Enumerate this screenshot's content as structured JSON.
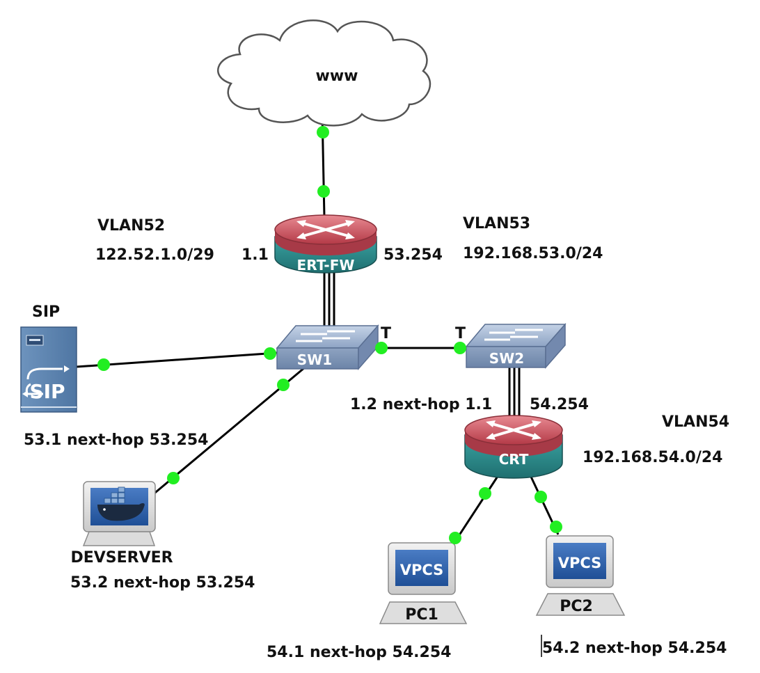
{
  "cloud": {
    "label": "www"
  },
  "devices": {
    "ert_fw": {
      "label": "ERT-FW",
      "type": "router"
    },
    "crt": {
      "label": "CRT",
      "type": "router"
    },
    "sw1": {
      "label": "SW1",
      "type": "switch"
    },
    "sw2": {
      "label": "SW2",
      "type": "switch"
    },
    "sip": {
      "label": "SIP",
      "type": "server",
      "screen_text": "SIP"
    },
    "devserver": {
      "label": "DEVSERVER",
      "type": "docker-host"
    },
    "pc1": {
      "label": "PC1",
      "type": "vpcs",
      "screen_text": "VPCS"
    },
    "pc2": {
      "label": "PC2",
      "type": "vpcs",
      "screen_text": "VPCS"
    }
  },
  "vlans": {
    "vlan52": {
      "name": "VLAN52",
      "subnet": "122.52.1.0/29"
    },
    "vlan53": {
      "name": "VLAN53",
      "subnet": "192.168.53.0/24"
    },
    "vlan54": {
      "name": "VLAN54",
      "subnet": "192.168.54.0/24"
    }
  },
  "interface_labels": {
    "ert_fw_outside": "1.1",
    "ert_fw_inside": "53.254",
    "sw1_trunk": "T",
    "sw2_trunk": "T",
    "crt_uplink": "1.2 next-hop 1.1",
    "crt_lan": "54.254"
  },
  "host_configs": {
    "sip": "53.1 next-hop 53.254",
    "devserver": "53.2 next-hop 53.254",
    "pc1": "54.1 next-hop 54.254",
    "pc2": "54.2 next-hop 54.254"
  },
  "colors": {
    "link_up": "#22ee22",
    "router_top": "#c24a55",
    "router_base": "#2b8a8a",
    "switch_body": "#8fa4c2",
    "line": "#000000"
  }
}
